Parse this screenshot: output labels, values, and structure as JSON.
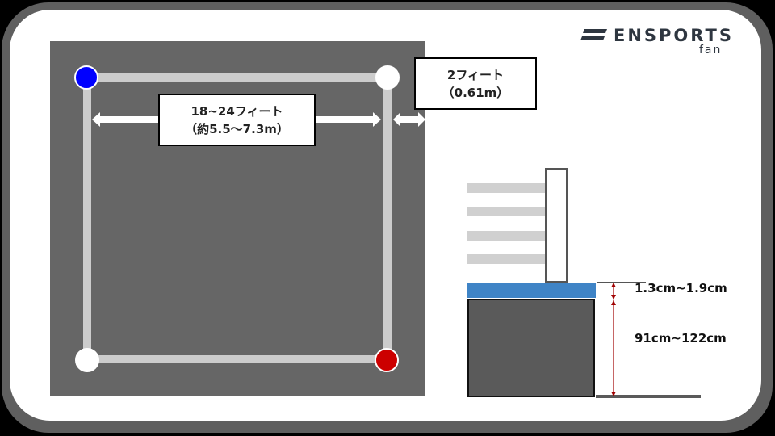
{
  "brand": {
    "name": "ENSPORTS",
    "sub": "fan",
    "color": "#2e3640"
  },
  "field": {
    "distance_label": {
      "line1": "18~24フィート",
      "line2": "（約5.5〜7.3m）"
    },
    "clearance_label": {
      "line1": "2フィート",
      "line2": "（0.61m）"
    },
    "nodes": [
      {
        "position": "top-left",
        "color": "#0000ff"
      },
      {
        "position": "top-right",
        "color": "#ffffff"
      },
      {
        "position": "bottom-left",
        "color": "#ffffff"
      },
      {
        "position": "bottom-right",
        "color": "#cc0000"
      }
    ],
    "colors": {
      "field": "#666666",
      "path": "#cccccc"
    }
  },
  "side_view": {
    "bar_color": "#3f84c6",
    "measurements": [
      {
        "label": "1.3cm~1.9cm",
        "color": "#a00000"
      },
      {
        "label": "91cm~122cm",
        "color": "#a00000"
      }
    ]
  }
}
